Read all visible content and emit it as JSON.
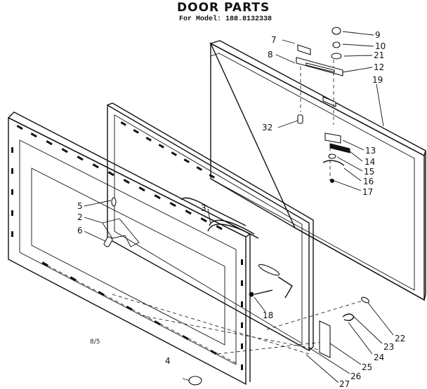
{
  "header": {
    "title": "DOOR PARTS",
    "model": "For Model: 188.8132338"
  },
  "corner_note": "8/5",
  "parts": [
    "2",
    "3",
    "4",
    "5",
    "6",
    "7",
    "8",
    "9",
    "10",
    "12",
    "13",
    "14",
    "15",
    "16",
    "17",
    "18",
    "19",
    "21",
    "22",
    "23",
    "24",
    "25",
    "26",
    "27",
    "32"
  ],
  "labels": {
    "p2": "2",
    "p3": "3",
    "p4": "4",
    "p5": "5",
    "p6": "6",
    "p7": "7",
    "p8": "8",
    "p9": "9",
    "p10": "10",
    "p12": "12",
    "p13": "13",
    "p14": "14",
    "p15": "15",
    "p16": "16",
    "p17": "17",
    "p18": "18",
    "p19": "19",
    "p21": "21",
    "p22": "22",
    "p23": "23",
    "p24": "24",
    "p25": "25",
    "p26": "26",
    "p27": "27",
    "p32": "32"
  }
}
